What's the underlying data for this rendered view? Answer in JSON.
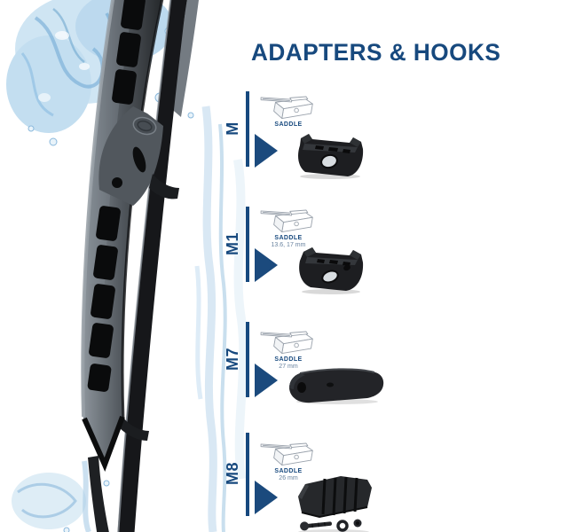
{
  "header": {
    "title": "ADAPTERS & HOOKS"
  },
  "panel": {
    "sections": [
      {
        "label": "M",
        "diagram_caption": "SADDLE",
        "size_note": ""
      },
      {
        "label": "M1",
        "diagram_caption": "SADDLE",
        "size_note": "13.6, 17 mm"
      },
      {
        "label": "M7",
        "diagram_caption": "SADDLE",
        "size_note": "27 mm"
      },
      {
        "label": "M8",
        "diagram_caption": "SADDLE",
        "size_note": "26 mm"
      }
    ]
  },
  "colors": {
    "accent_navy": "#17497e",
    "arrow_blue": "#1b4a7d",
    "size_note_text": "#68829f",
    "sketch_outline": "#9aa2ac",
    "water_light": "#cfe5f3",
    "water_mid": "#8ab8dc",
    "adapter_black": "#1d1e21"
  }
}
